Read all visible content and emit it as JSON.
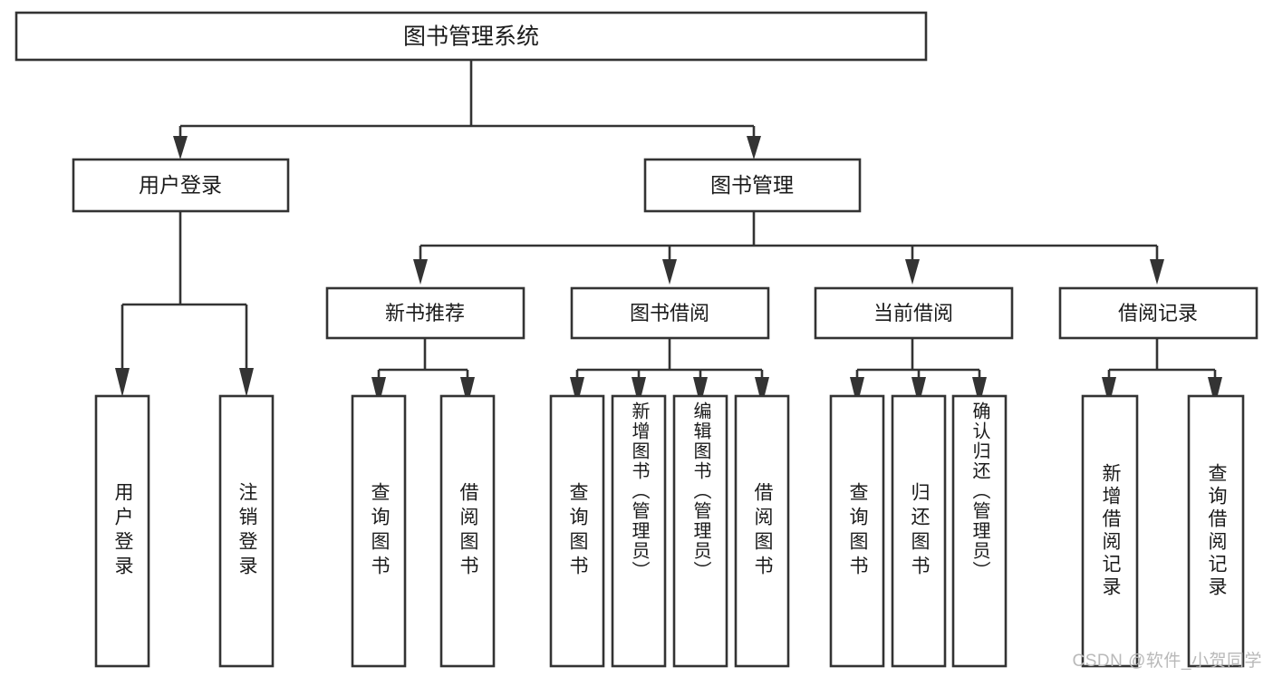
{
  "diagram": {
    "type": "tree",
    "title": "图书管理系统",
    "orientation": "top-down",
    "colors": {
      "background": "#ffffff",
      "box_stroke": "#333333",
      "box_fill": "#ffffff",
      "text": "#1b1b1b",
      "watermark": "#b9b9b9"
    },
    "root": {
      "label": "图书管理系统"
    },
    "level1": [
      {
        "label": "用户登录"
      },
      {
        "label": "图书管理"
      }
    ],
    "level2": [
      {
        "label": "新书推荐"
      },
      {
        "label": "图书借阅"
      },
      {
        "label": "当前借阅"
      },
      {
        "label": "借阅记录"
      }
    ],
    "leaves": {
      "user_login": [
        {
          "label": "用户登录"
        },
        {
          "label": "注销登录"
        }
      ],
      "new_book_recommend": [
        {
          "label": "查询图书"
        },
        {
          "label": "借阅图书"
        }
      ],
      "book_borrow": [
        {
          "label": "查询图书"
        },
        {
          "label": "新增图书（管理员）"
        },
        {
          "label": "编辑图书（管理员）"
        },
        {
          "label": "借阅图书"
        }
      ],
      "current_borrow": [
        {
          "label": "查询图书"
        },
        {
          "label": "归还图书"
        },
        {
          "label": "确认归还（管理员）"
        }
      ],
      "borrow_record": [
        {
          "label": "新增借阅记录"
        },
        {
          "label": "查询借阅记录"
        }
      ]
    }
  },
  "watermark": {
    "text": "CSDN @软件_小贺同学"
  }
}
